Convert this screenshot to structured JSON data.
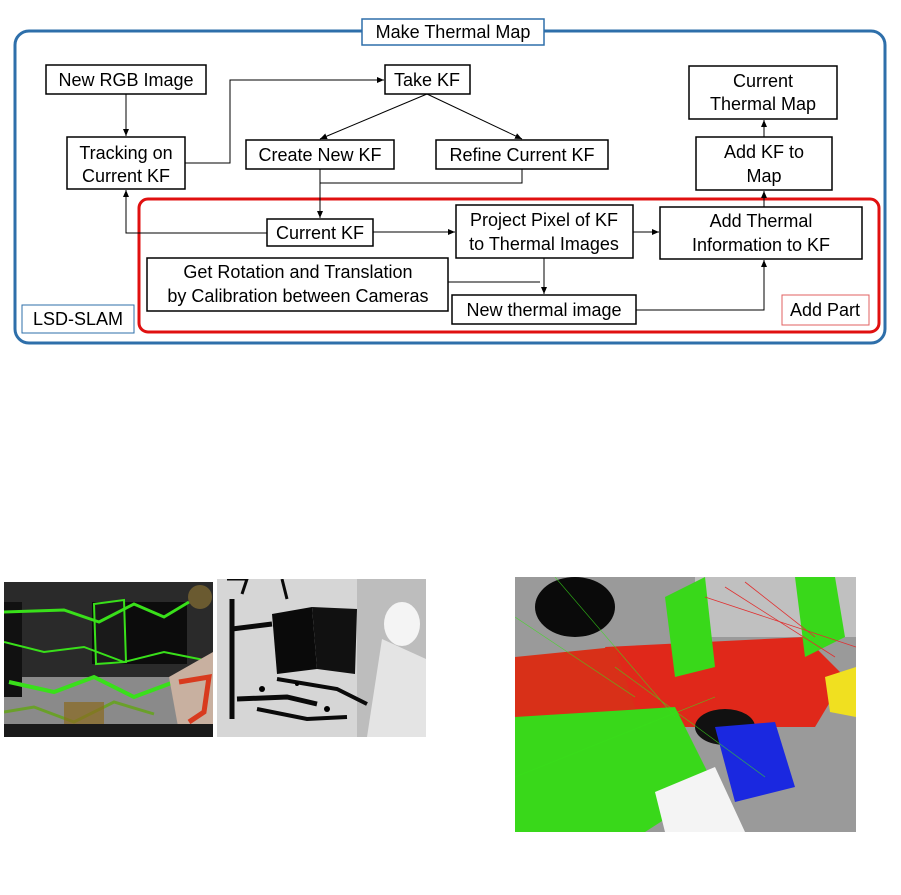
{
  "diagram": {
    "title": "Make Thermal Map",
    "outer_label": "LSD-SLAM",
    "inner_label": "Add Part",
    "colors": {
      "outer_border": "#2e6faa",
      "inner_border": "#e01010",
      "inner_label_border": "#e06060",
      "box_border": "#000000",
      "arrow": "#000000"
    },
    "nodes": {
      "new_rgb": {
        "lines": [
          "New RGB Image"
        ]
      },
      "tracking": {
        "lines": [
          "Tracking on",
          "Current KF"
        ]
      },
      "take_kf": {
        "lines": [
          "Take KF"
        ]
      },
      "create_kf": {
        "lines": [
          "Create New KF"
        ]
      },
      "refine_kf": {
        "lines": [
          "Refine Current KF"
        ]
      },
      "current_thermal_map": {
        "lines": [
          "Current",
          "Thermal Map"
        ]
      },
      "add_kf_map": {
        "lines": [
          "Add KF to",
          "Map"
        ]
      },
      "current_kf": {
        "lines": [
          "Current KF"
        ]
      },
      "project_pixel": {
        "lines": [
          "Project Pixel of KF",
          "to Thermal Images"
        ]
      },
      "add_thermal_info": {
        "lines": [
          "Add Thermal",
          "Information to KF"
        ]
      },
      "get_rotation": {
        "lines": [
          "Get Rotation and Translation",
          "by Calibration between Cameras"
        ]
      },
      "new_thermal": {
        "lines": [
          "New thermal image"
        ]
      }
    }
  },
  "images": [
    {
      "name": "rgb-tracking-image",
      "description_colors": [
        "#1f1f1f",
        "#39e01a",
        "#d83a1e"
      ]
    },
    {
      "name": "thermal-edge-image",
      "description_colors": [
        "#d8d8d8",
        "#0a0a0a"
      ]
    },
    {
      "name": "thermal-pointcloud-map",
      "description_colors": [
        "#39d81a",
        "#e0281a",
        "#1a28e0",
        "#f0e020"
      ]
    }
  ]
}
